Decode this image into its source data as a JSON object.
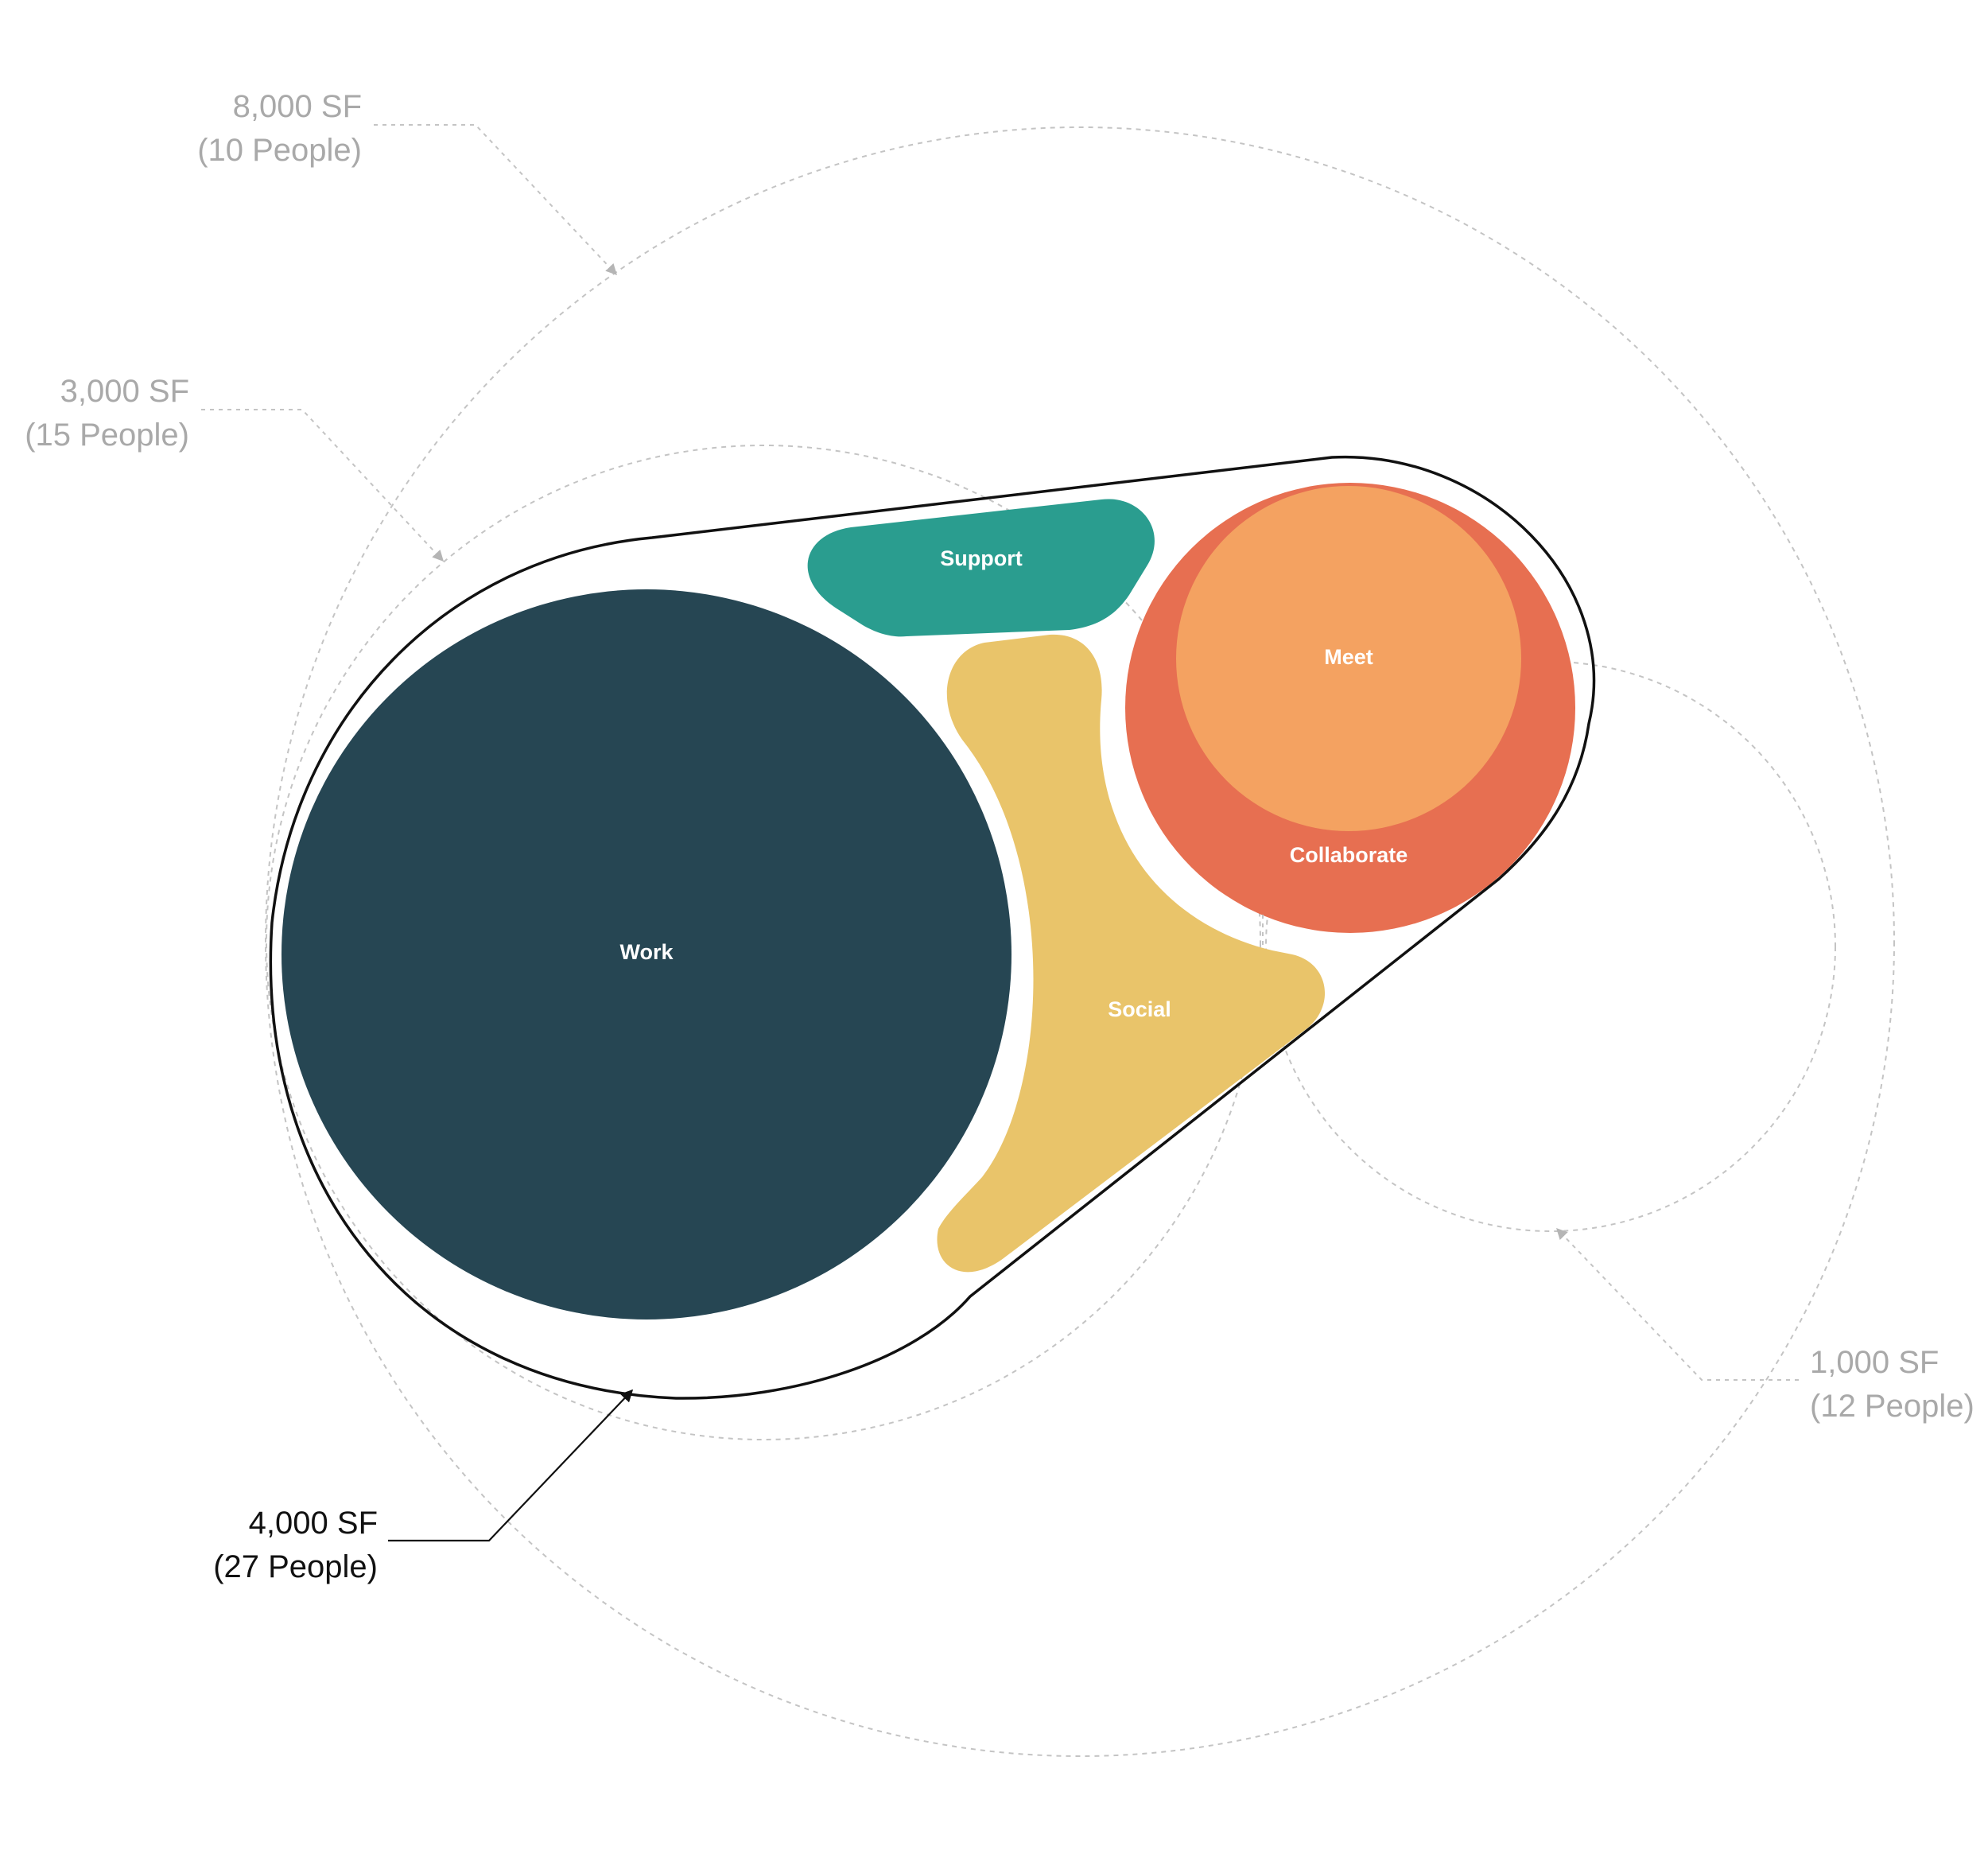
{
  "colors": {
    "work": "#264653",
    "support": "#2a9d8f",
    "social": "#e9c46a",
    "collaborate": "#e76f51",
    "meet": "#f4a261",
    "guide": "#c4c4c4",
    "muted_text": "#a9a9a9",
    "active_text": "#111111"
  },
  "zones": {
    "work": "Work",
    "support": "Support",
    "social": "Social",
    "collaborate": "Collaborate",
    "meet": "Meet"
  },
  "callouts": {
    "sf_8000": {
      "area": "8,000 SF",
      "people": "(10 People)"
    },
    "sf_3000": {
      "area": "3,000 SF",
      "people": "(15 People)"
    },
    "sf_1000": {
      "area": "1,000 SF",
      "people": "(12 People)"
    },
    "sf_4000": {
      "area": "4,000 SF",
      "people": "(27 People)"
    }
  }
}
